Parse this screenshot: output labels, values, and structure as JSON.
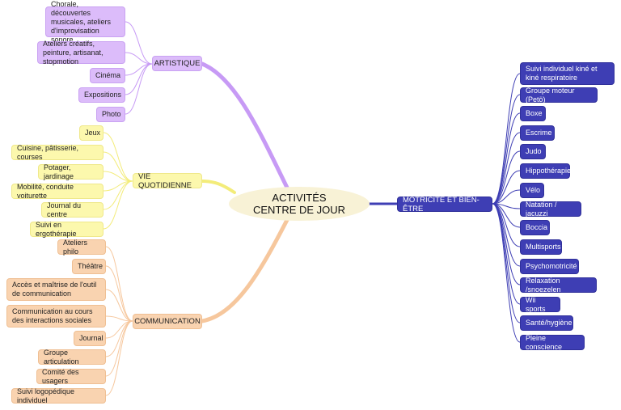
{
  "center": {
    "line1": "ACTIVITÉS",
    "line2": "CENTRE DE JOUR"
  },
  "colors": {
    "artistique": "#c79af5",
    "vie": "#f3ec7a",
    "communication": "#f6c79d",
    "motricite": "#3e3eb4"
  },
  "branches": {
    "artistique": {
      "label": "ARTISTIQUE",
      "items": [
        "Chorale, découvertes musicales, ateliers d'improvisation sonore",
        "Ateliers créatifs, peinture, artisanat, stopmotion",
        "Cinéma",
        "Expositions",
        "Photo"
      ]
    },
    "vie": {
      "label": "VIE QUOTIDIENNE",
      "items": [
        "Jeux",
        "Cuisine, pâtisserie, courses",
        "Potager, jardinage",
        "Mobilité, conduite voiturette",
        "Journal du centre",
        "Suivi en ergothérapie"
      ]
    },
    "communication": {
      "label": "COMMUNICATION",
      "items": [
        "Ateliers philo",
        "Théâtre",
        "Accès et maîtrise de l'outil de communication",
        "Communication au cours des interactions sociales",
        "Journal",
        "Groupe articulation",
        "Comité des usagers",
        "Suivi logopédique individuel"
      ]
    },
    "motricite": {
      "label": "MOTRICITÉ ET BIEN-ÊTRE",
      "items": [
        "Suivi individuel kiné et kiné respiratoire",
        "Groupe moteur (Petö)",
        "Boxe",
        "Escrime",
        "Judo",
        "Hippothérapie",
        "Vélo",
        "Natation / jacuzzi",
        "Boccia",
        "Multisports",
        "Psychomotricité",
        "Relaxation /snoezelen",
        "Wii sports",
        "Santé/hygiène",
        "Pleine conscience"
      ]
    }
  }
}
